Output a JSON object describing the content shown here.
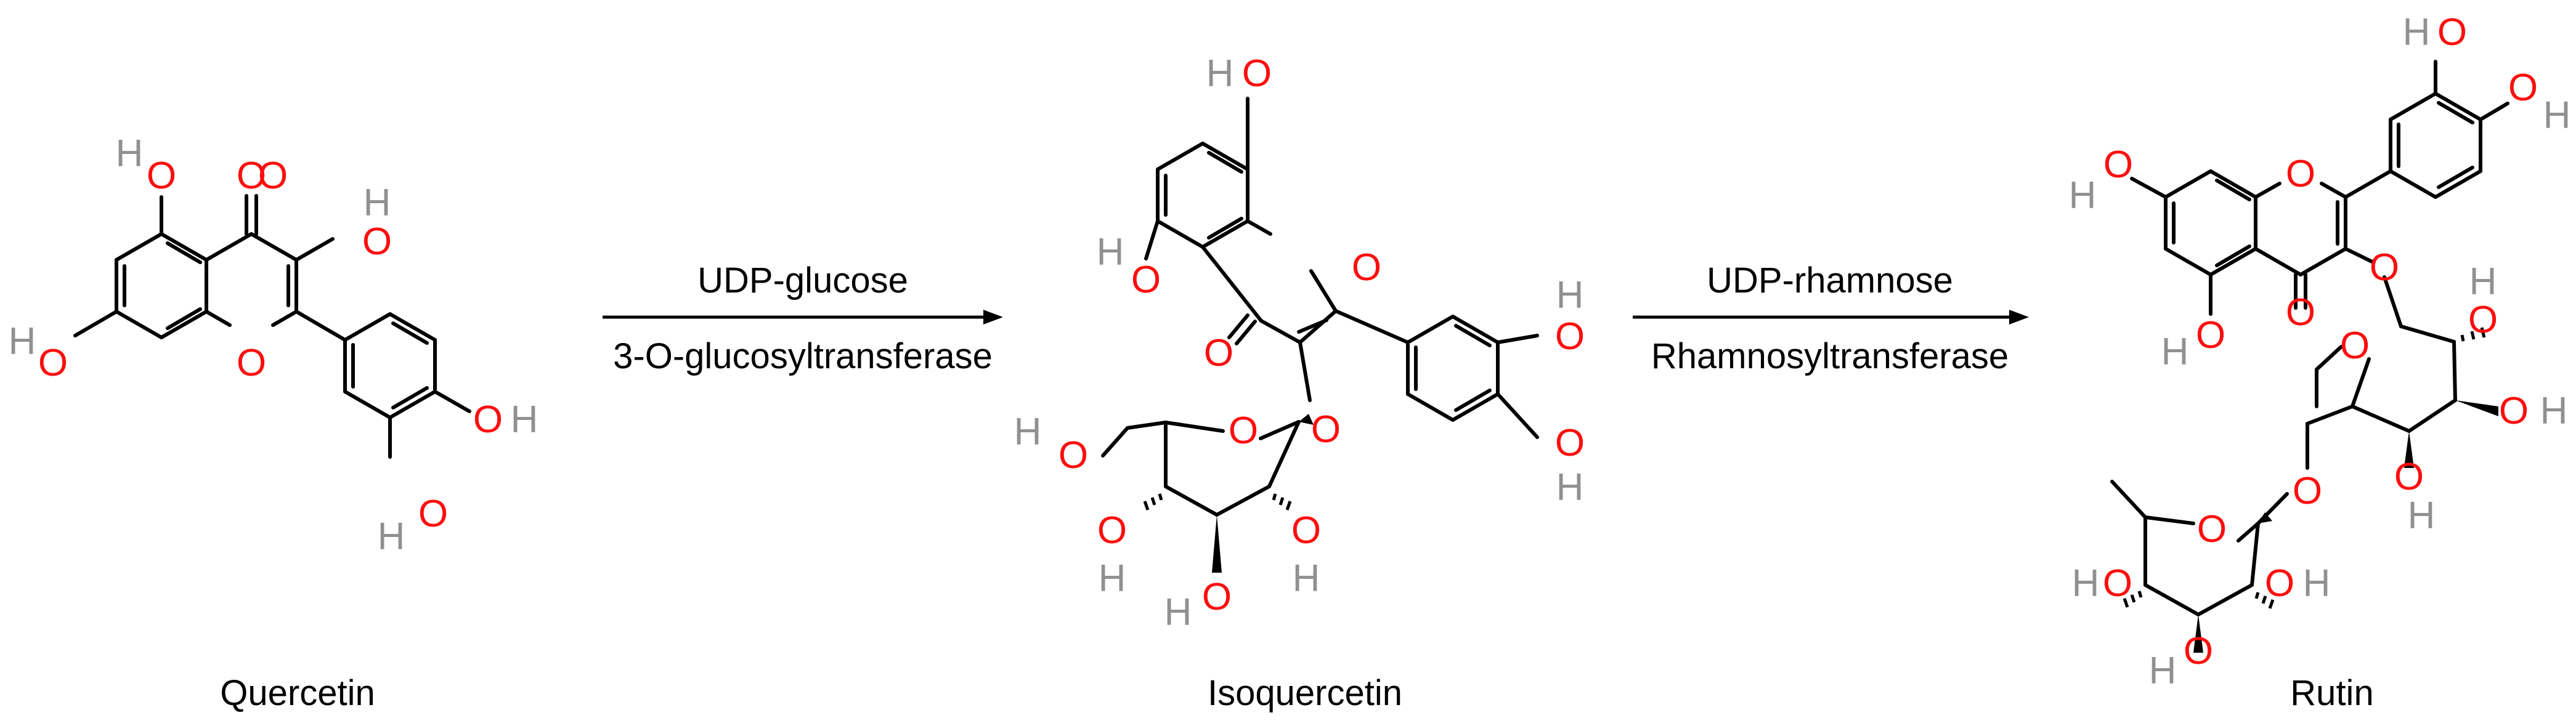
{
  "atoms": {
    "oxygen": "O",
    "hydrogen": "H"
  },
  "colors": {
    "oxygen": "#ff0d0d",
    "hydrogen": "#909090",
    "bond": "#000000"
  },
  "reaction_1": {
    "reagent": "UDP-glucose",
    "enzyme": "3-O-glucosyltransferase"
  },
  "reaction_2": {
    "reagent": "UDP-rhamnose",
    "enzyme": "Rhamnosyltransferase"
  },
  "compounds": {
    "compound_1": "Quercetin",
    "compound_2": "Isoquercetin",
    "compound_3": "Rutin"
  }
}
